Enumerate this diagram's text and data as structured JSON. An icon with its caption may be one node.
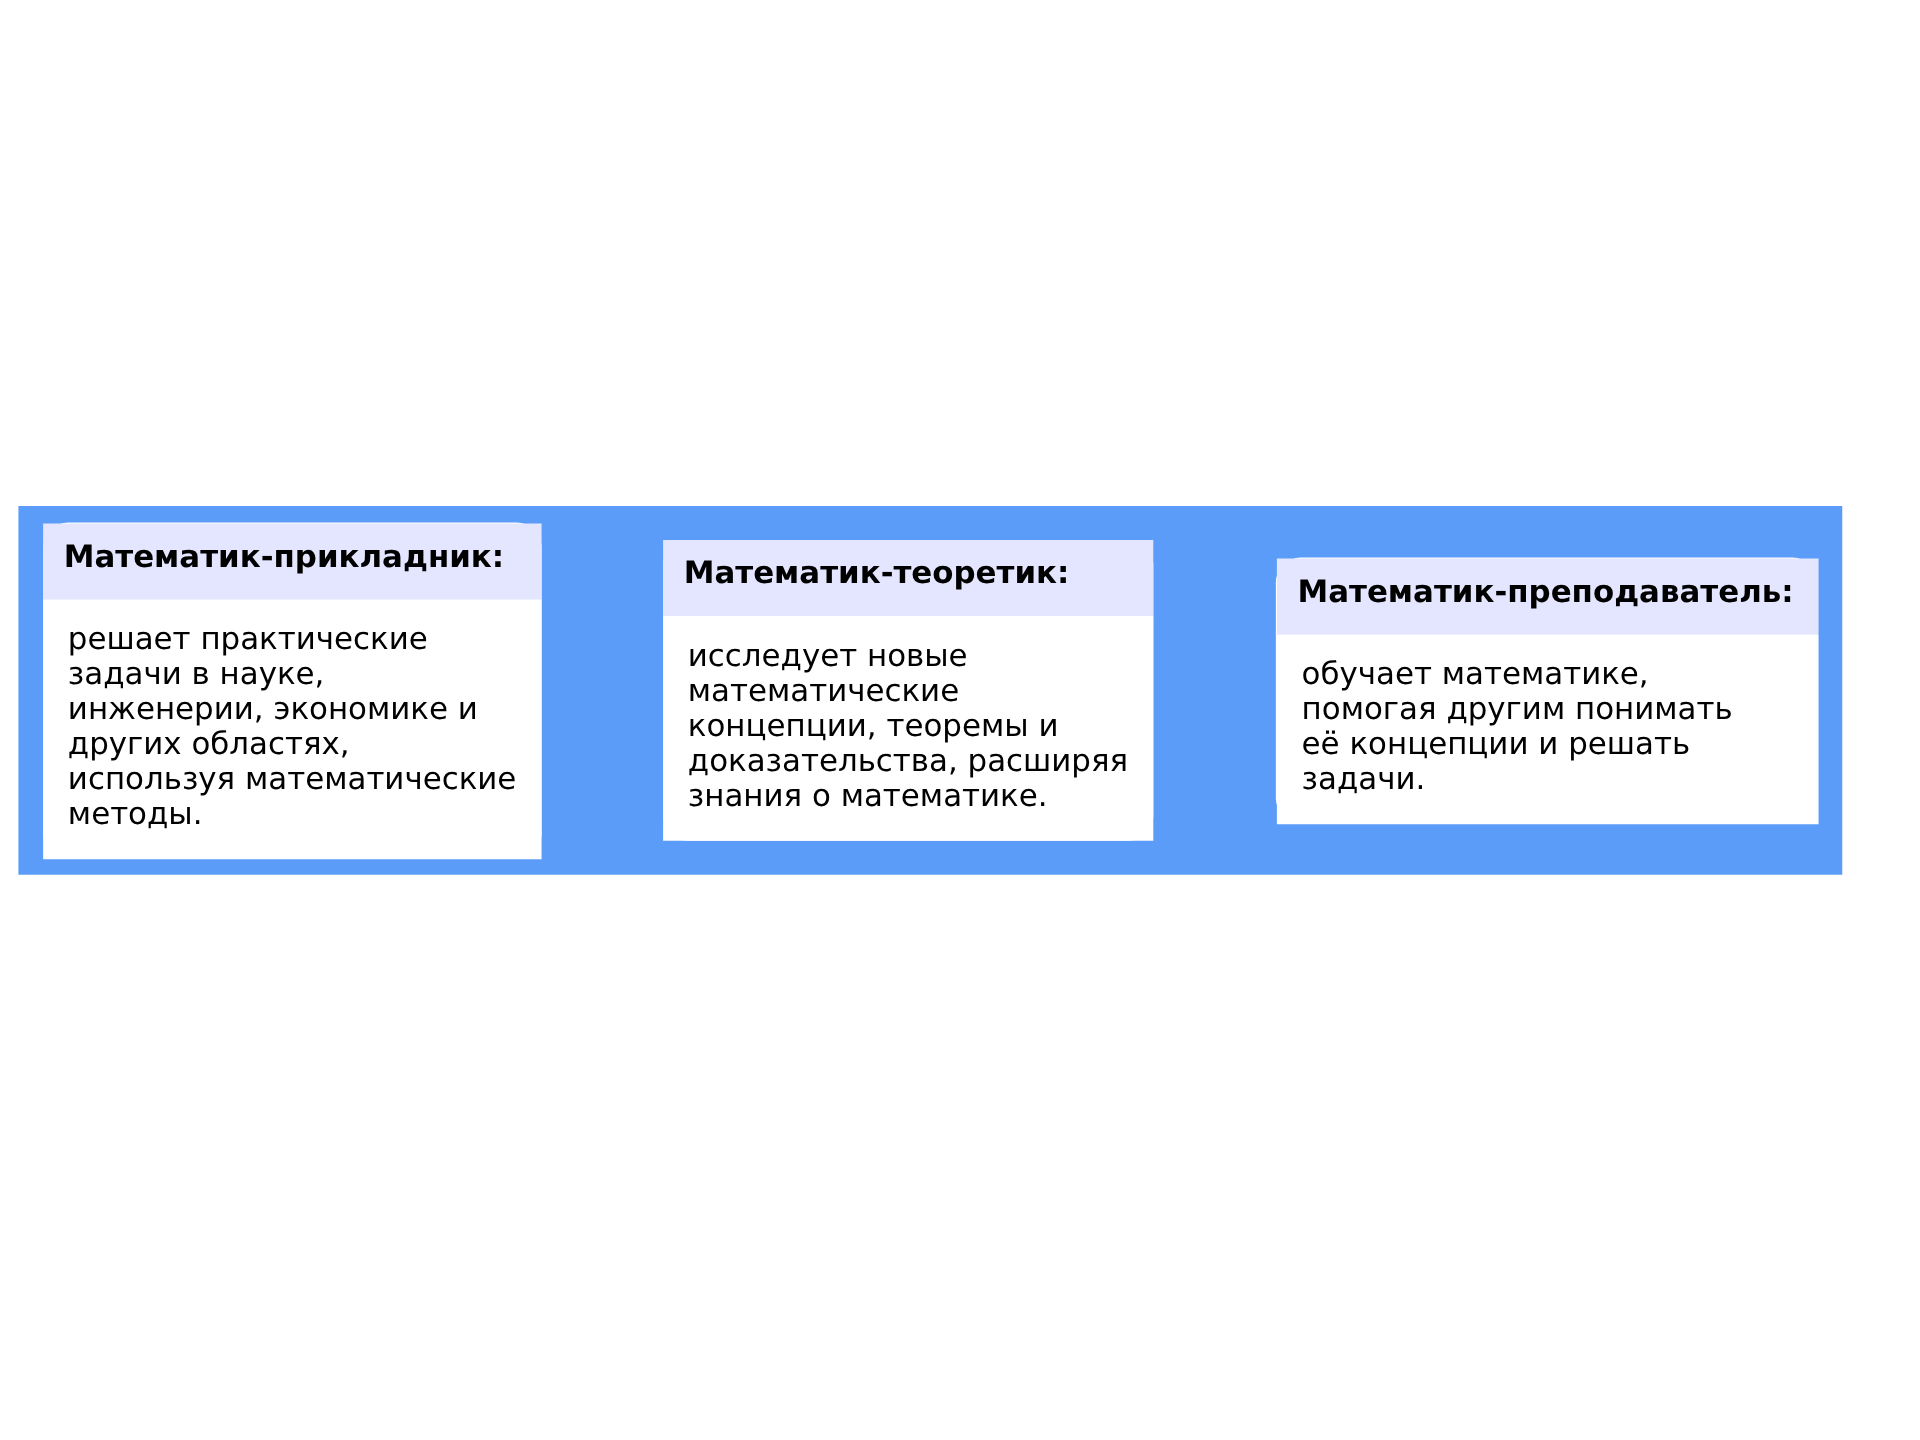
{
  "diagram": {
    "nodes": [
      {
        "text": [
          "Математик-прикладник:",
          "решает практические задачи в науке, инженерии, экономике и других областях, используя математические методы."
        ]
      },
      {
        "text": [
          "Математик-теоретик:",
          "исследует новые математические концепции, теоремы и доказательства, расширяя знания о математике."
        ]
      },
      {
        "text": [
          "Математик-преподаватель:",
          "обучает математике, помогая другим понимать её концепции и решать задачи."
        ]
      }
    ]
  }
}
